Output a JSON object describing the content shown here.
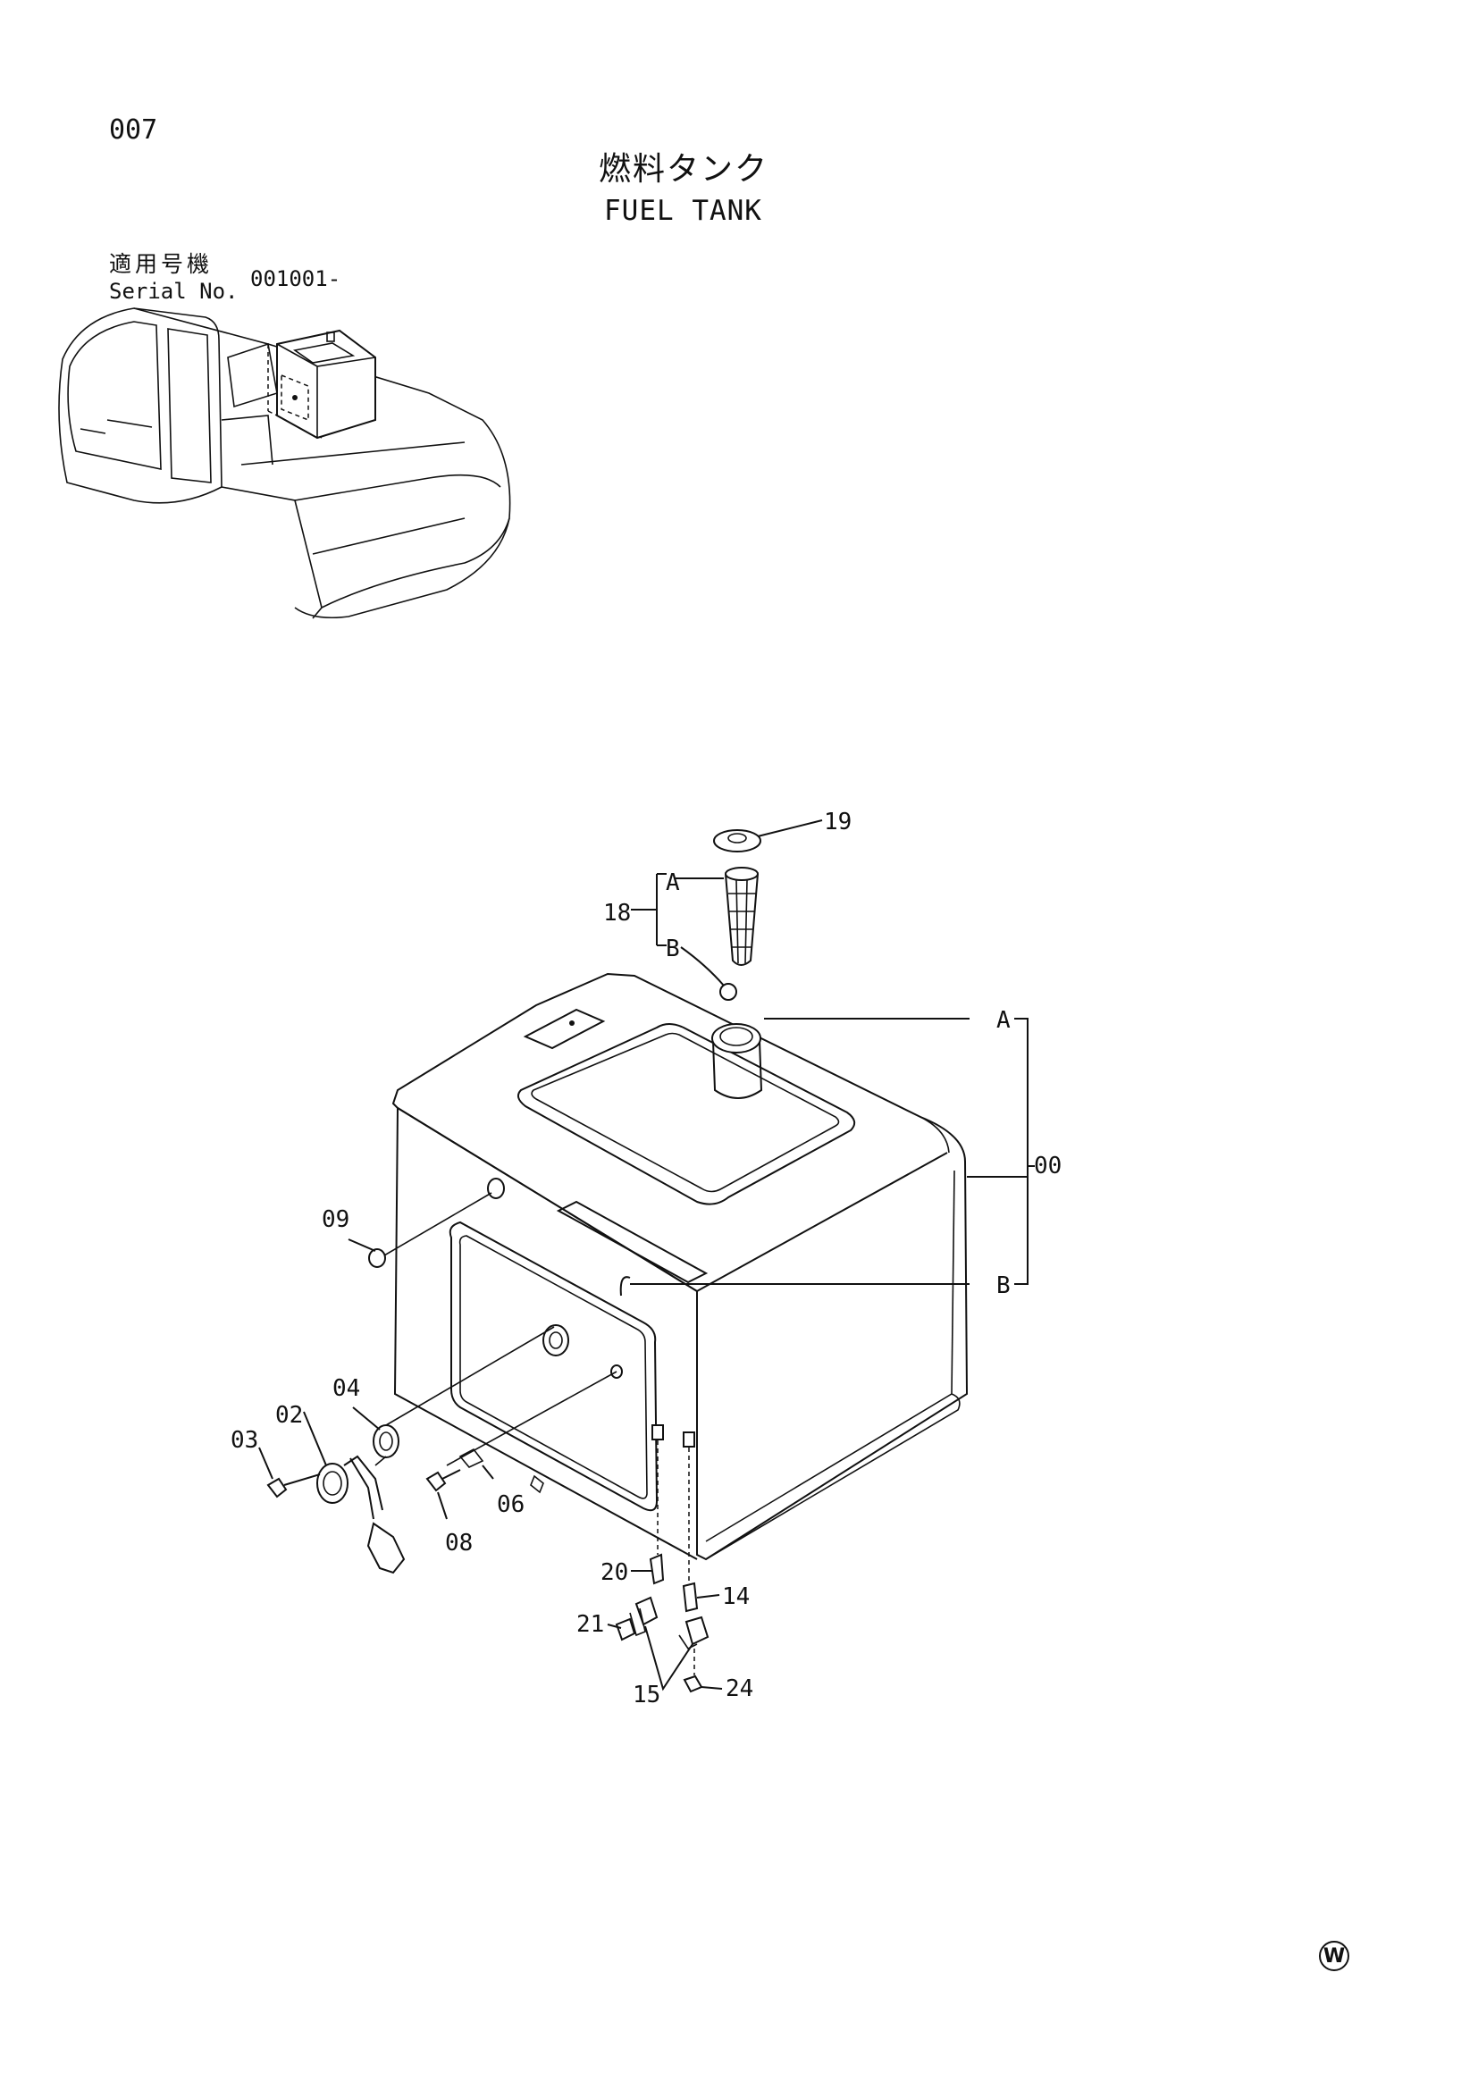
{
  "header": {
    "page_number": "007",
    "title_jp": "燃料タンク",
    "title_en": "FUEL TANK",
    "serial_label_jp": "適用号機",
    "serial_label_en": "Serial No.",
    "serial_value": "001001-"
  },
  "callouts": {
    "c00": "00",
    "c02": "02",
    "c03": "03",
    "c04": "04",
    "c06": "06",
    "c08": "08",
    "c09": "09",
    "c14": "14",
    "c15": "15",
    "c18": "18",
    "c19": "19",
    "c20": "20",
    "c21": "21",
    "c24": "24",
    "a_top": "A",
    "b_top": "B",
    "a_right": "A",
    "b_right": "B"
  },
  "footer": {
    "stamp": "W"
  }
}
